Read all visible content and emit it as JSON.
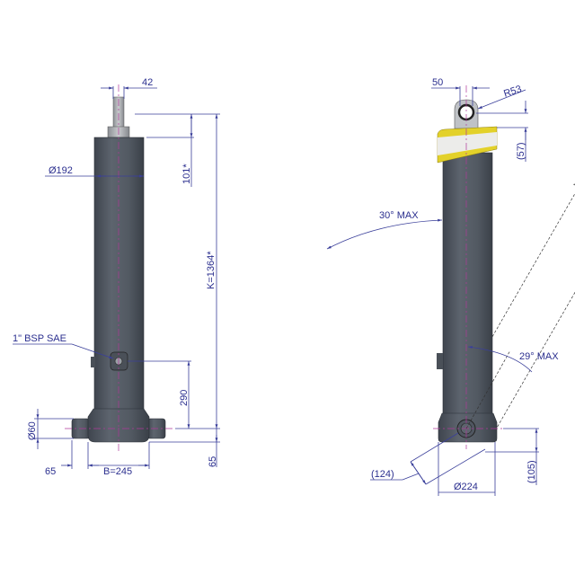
{
  "title": "Telescopic hydraulic cylinder dimension drawing",
  "colors": {
    "body": "#4f5660",
    "dimension": "#2b2f8f",
    "cap_yellow": "#e3d12a",
    "centerline": "#b0389a"
  },
  "front_view": {
    "rod_width": "42",
    "barrel_diameter": "Ø192",
    "stroke_offset": "101*",
    "closed_length": "K=1364*",
    "port_label": "1\" BSP SAE",
    "port_height": "290",
    "trunnion_diameter": "Ø60",
    "base_offset": "65",
    "trunnion_length": "65",
    "base_width": "B=245"
  },
  "side_view": {
    "eye_width": "50",
    "eye_radius": "R53",
    "eye_height": "(57)",
    "tilt_forward": "30° MAX",
    "tilt_back": "29° MAX",
    "base_diagonal": "(124)",
    "base_diameter": "Ø224",
    "base_height": "(105)"
  }
}
